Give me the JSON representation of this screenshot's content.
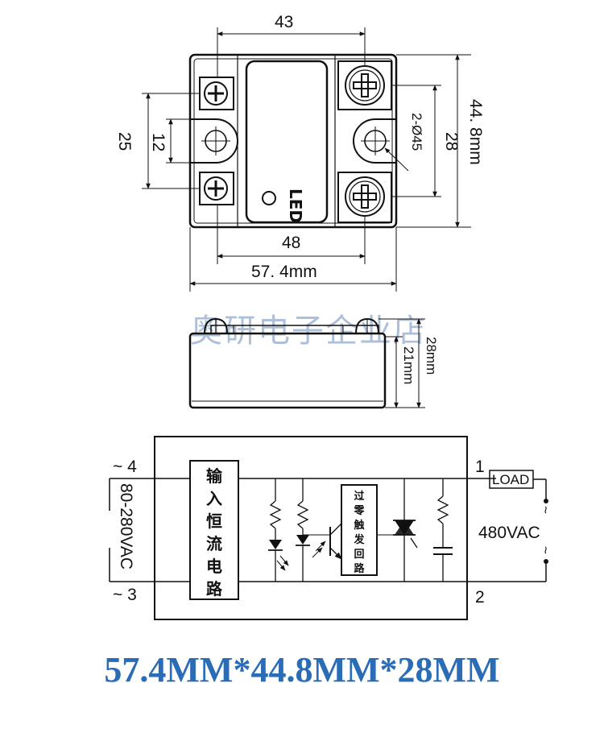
{
  "top_view": {
    "dim_terminal_spacing": "43",
    "dim_height": "44. 8mm",
    "dim_hole_spacing": "28",
    "dim_hole_diameter": "2-Ø45",
    "dim_input_spacing": "25",
    "dim_input_inner": "12",
    "dim_mounting": "48",
    "dim_width": "57. 4mm",
    "led_label": "LED"
  },
  "side_view": {
    "dim_total_height": "28mm",
    "dim_body_height": "21mm"
  },
  "watermark": "奥研电子企业店",
  "circuit": {
    "terminal_4": "~ 4",
    "terminal_3": "~ 3",
    "terminal_1": "1",
    "terminal_2": "2",
    "input_voltage": "80-280VAC",
    "input_block_chars": [
      "输",
      "入",
      "恒",
      "流",
      "电",
      "路"
    ],
    "trigger_block_chars": [
      "过",
      "零",
      "触",
      "发",
      "回",
      "路"
    ],
    "load_label": "LOAD",
    "output_voltage": "480VAC",
    "tilde": "~"
  },
  "caption": "57.4MM*44.8MM*28MM",
  "colors": {
    "caption": "#2a6cb6",
    "watermark": "#aebfd9",
    "line": "#111111"
  }
}
